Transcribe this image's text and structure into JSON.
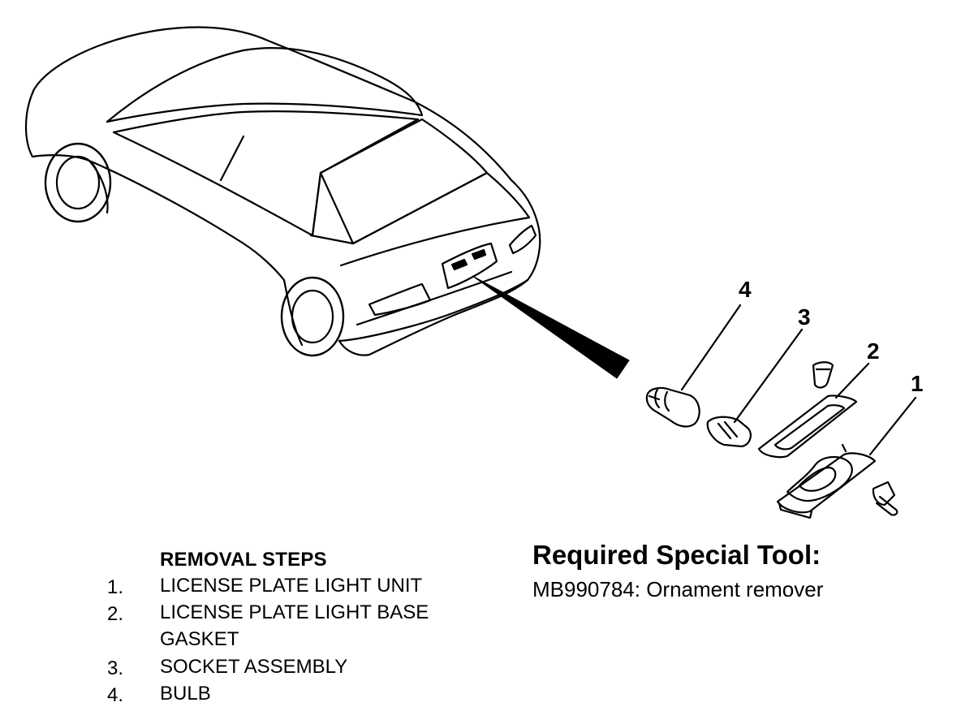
{
  "callouts": {
    "c1": "1",
    "c2": "2",
    "c3": "3",
    "c4": "4"
  },
  "removal": {
    "title": "REMOVAL STEPS",
    "steps": [
      {
        "num": "1.",
        "text": "LICENSE PLATE LIGHT UNIT"
      },
      {
        "num": "2.",
        "text": "LICENSE PLATE LIGHT BASE GASKET"
      },
      {
        "num": "3.",
        "text": "SOCKET ASSEMBLY"
      },
      {
        "num": "4.",
        "text": "BULB"
      }
    ]
  },
  "tool": {
    "title": "Required Special Tool:",
    "text": "MB990784: Ornament remover"
  }
}
